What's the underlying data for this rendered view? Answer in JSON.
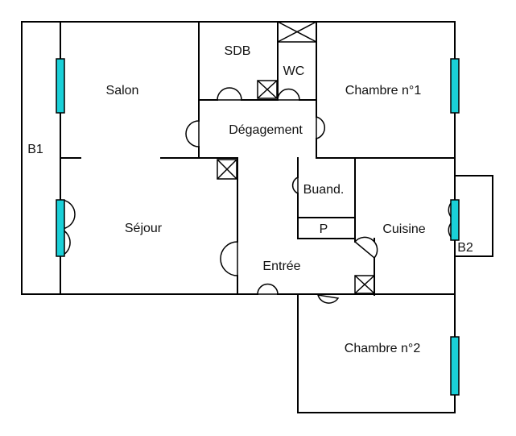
{
  "rooms": {
    "salon": "Salon",
    "sdb": "SDB",
    "wc": "WC",
    "chambre1": "Chambre n°1",
    "degagement": "Dégagement",
    "b1": "B1",
    "buanderie": "Buand.",
    "sejour": "Séjour",
    "placard": "P",
    "cuisine": "Cuisine",
    "b2": "B2",
    "entree": "Entrée",
    "chambre2": "Chambre n°2"
  },
  "colors": {
    "window": "#1ad0d8",
    "wall": "#000000",
    "background": "#ffffff"
  }
}
